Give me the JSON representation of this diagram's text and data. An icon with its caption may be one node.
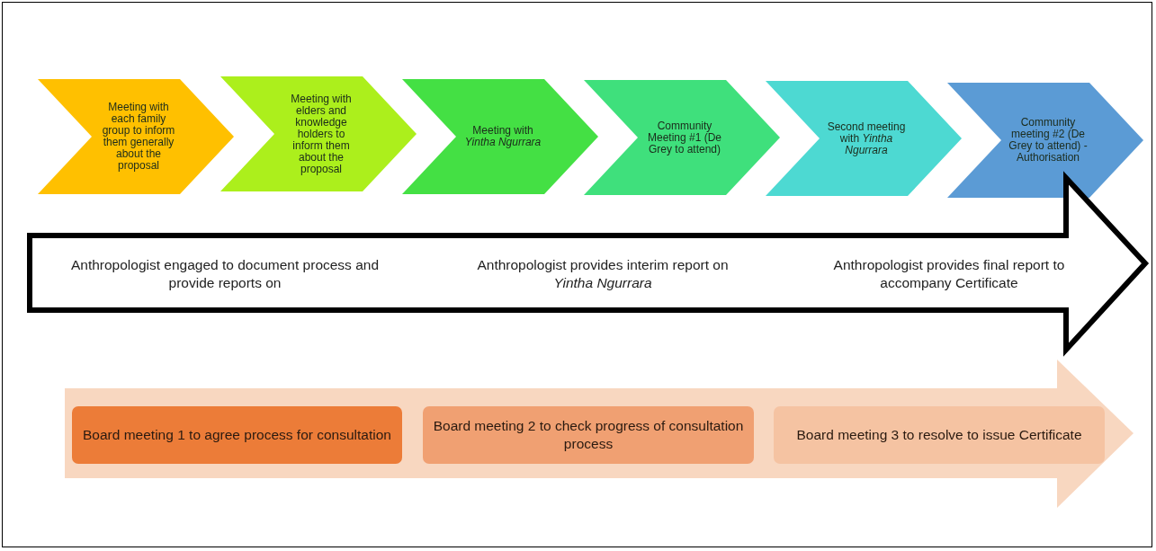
{
  "diagram": {
    "nodes": [
      {
        "text": [
          "Meeting with each family group to inform them generally about the proposal"
        ]
      },
      {
        "text": [
          "Meeting with elders and knowledge holders to inform them about the proposal"
        ]
      },
      {
        "text": [
          "Meeting with *Yintha Ngurrara*"
        ]
      },
      {
        "text": [
          "Community Meeting #1 (De Grey to attend)"
        ]
      },
      {
        "text": [
          "Second meeting with *Yintha Ngurrara*"
        ]
      },
      {
        "text": [
          "Community meeting #2 (De Grey to attend) - Authorisation"
        ]
      },
      {
        "text": [
          "Anthropologist engaged to document process and provide reports on",
          "Anthropologist provides interim report on *Yintha Ngurrara*",
          "Anthropologist provides final report to accompany Certificate"
        ]
      },
      {
        "text": [],
        "shape": "arrow"
      },
      {
        "text": [
          "Board meeting 1 to agree process for consultation"
        ],
        "in": 7
      },
      {
        "text": [
          "Board meeting 2 to check progress of consultation process"
        ],
        "in": 7
      },
      {
        "text": [
          "Board meeting 3 to resolve to issue Certificate"
        ],
        "in": 7
      }
    ]
  }
}
